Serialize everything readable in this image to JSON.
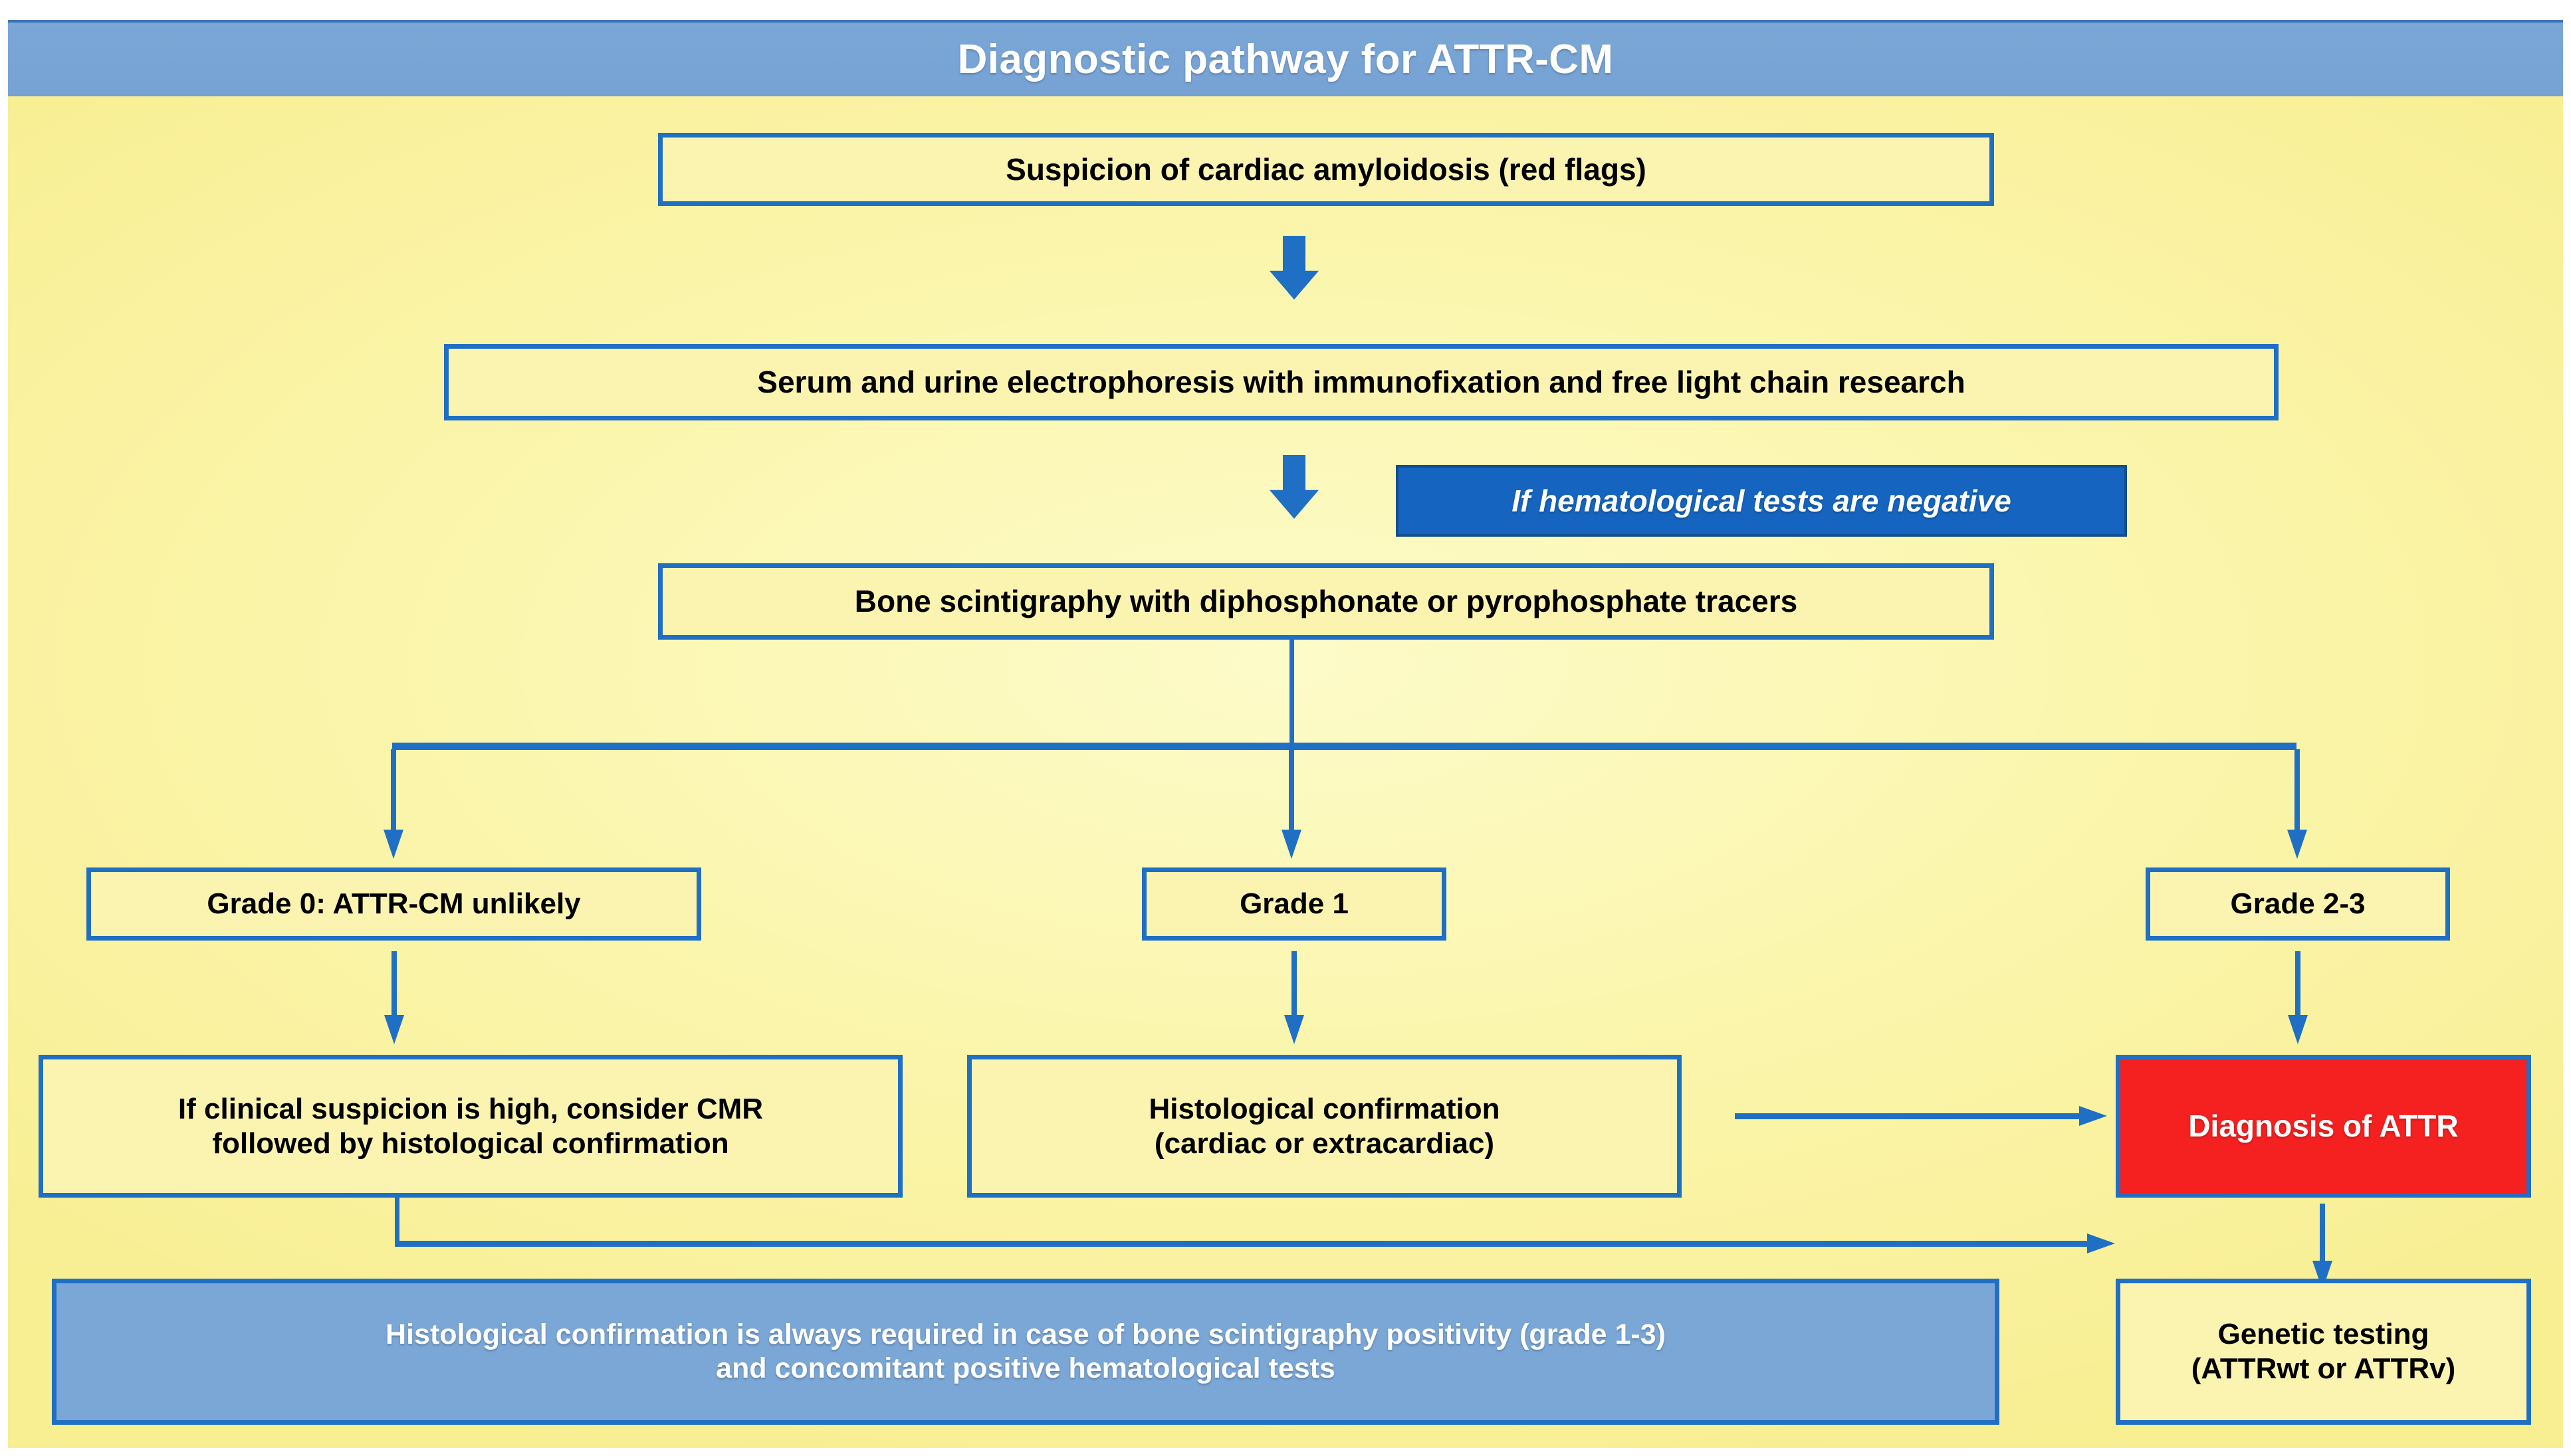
{
  "header": {
    "title": "Diagnostic pathway for ATTR-CM",
    "background_color": "#7ba7d7",
    "text_color": "#ffffff"
  },
  "theme": {
    "page_background": "#fbf4b0",
    "box_fill": "#fbf4b0",
    "box_border": "#1f6fc4",
    "accent_blue": "#1565c0",
    "alert_red": "#f52020",
    "summary_blue": "#7ba7d7",
    "text_color": "#000000"
  },
  "nodes": {
    "suspicion": "Suspicion of cardiac amyloidosis (red flags)",
    "electrophoresis": "Serum and urine electrophoresis with immunofixation and free light chain research",
    "hematological_condition": "If hematological tests are negative",
    "scintigraphy": "Bone scintigraphy with diphosphonate or pyrophosphate tracers",
    "grade0": "Grade 0: ATTR-CM unlikely",
    "grade1": "Grade 1",
    "grade23": "Grade 2-3",
    "cmr_line1": "If clinical suspicion is high, consider CMR",
    "cmr_line2": "followed by histological confirmation",
    "histology_line1": "Histological confirmation",
    "histology_line2": "(cardiac or extracardiac)",
    "diagnosis": "Diagnosis of ATTR",
    "genetic_line1": "Genetic testing",
    "genetic_line2": "(ATTRwt or ATTRv)",
    "summary_line1": "Histological confirmation is always required in case of bone scintigraphy positivity (grade 1-3)",
    "summary_line2": "and concomitant positive hematological tests"
  }
}
